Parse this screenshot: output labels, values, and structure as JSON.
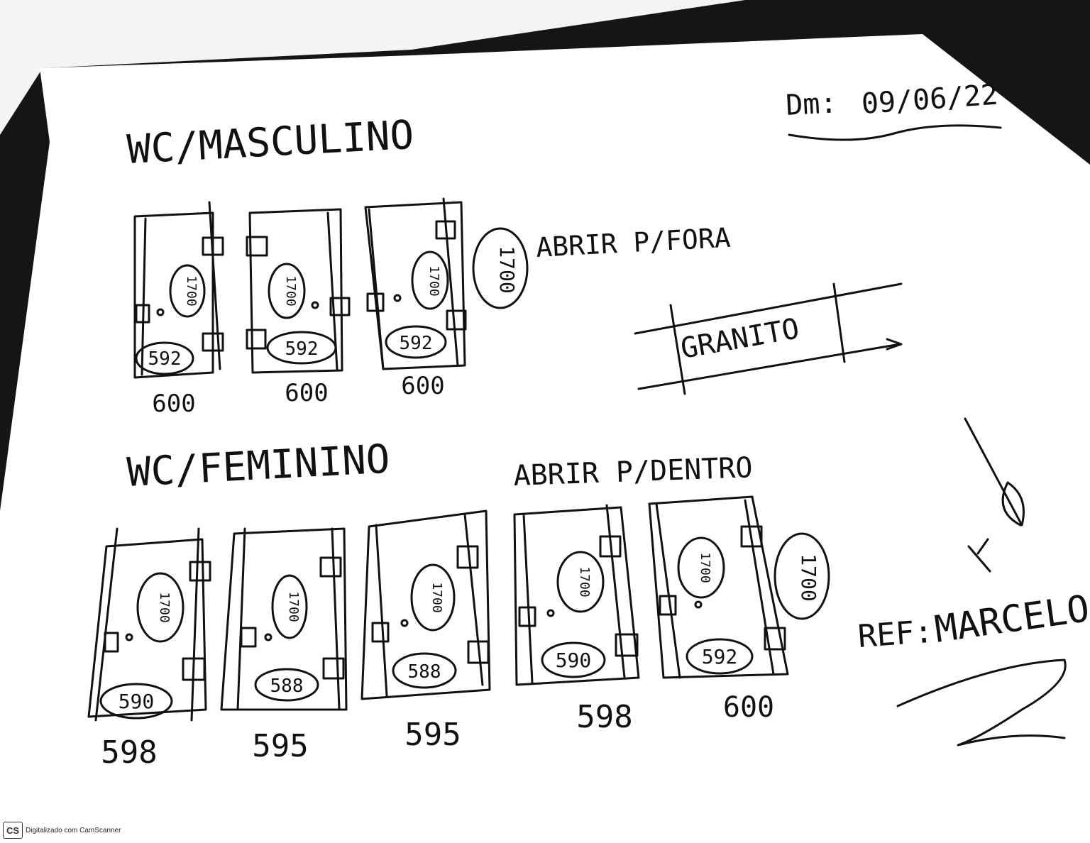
{
  "header": {
    "date_label": "Dm:",
    "date_value": "09/06/22"
  },
  "sections": [
    {
      "title": "WC/MASCULINO",
      "door_note": "ABRIR P/FORA",
      "stalls": [
        {
          "inner_label": "1700",
          "bottom_label": "592",
          "width_label": "600"
        },
        {
          "inner_label": "1700",
          "bottom_label": "592",
          "width_label": "600"
        },
        {
          "inner_label": "1700",
          "bottom_label": "592",
          "width_label": "600"
        }
      ],
      "side_label": "1700"
    },
    {
      "title": "WC/FEMININO",
      "door_note": "ABRIR P/DENTRO",
      "stalls": [
        {
          "inner_label": "1700",
          "bottom_label": "590",
          "width_label": "598"
        },
        {
          "inner_label": "1700",
          "bottom_label": "588",
          "width_label": "595"
        },
        {
          "inner_label": "1700",
          "bottom_label": "588",
          "width_label": "595"
        },
        {
          "inner_label": "1700",
          "bottom_label": "590",
          "width_label": "598"
        },
        {
          "inner_label": "1700",
          "bottom_label": "592",
          "width_label": "600"
        }
      ],
      "side_label": "1700"
    }
  ],
  "material": {
    "label": "GRANITO"
  },
  "signature_block": {
    "ref_label": "REF:",
    "ref_name": "MARCELO"
  },
  "watermark": {
    "logo": "CS",
    "text": "Digitalizado com CamScanner"
  }
}
